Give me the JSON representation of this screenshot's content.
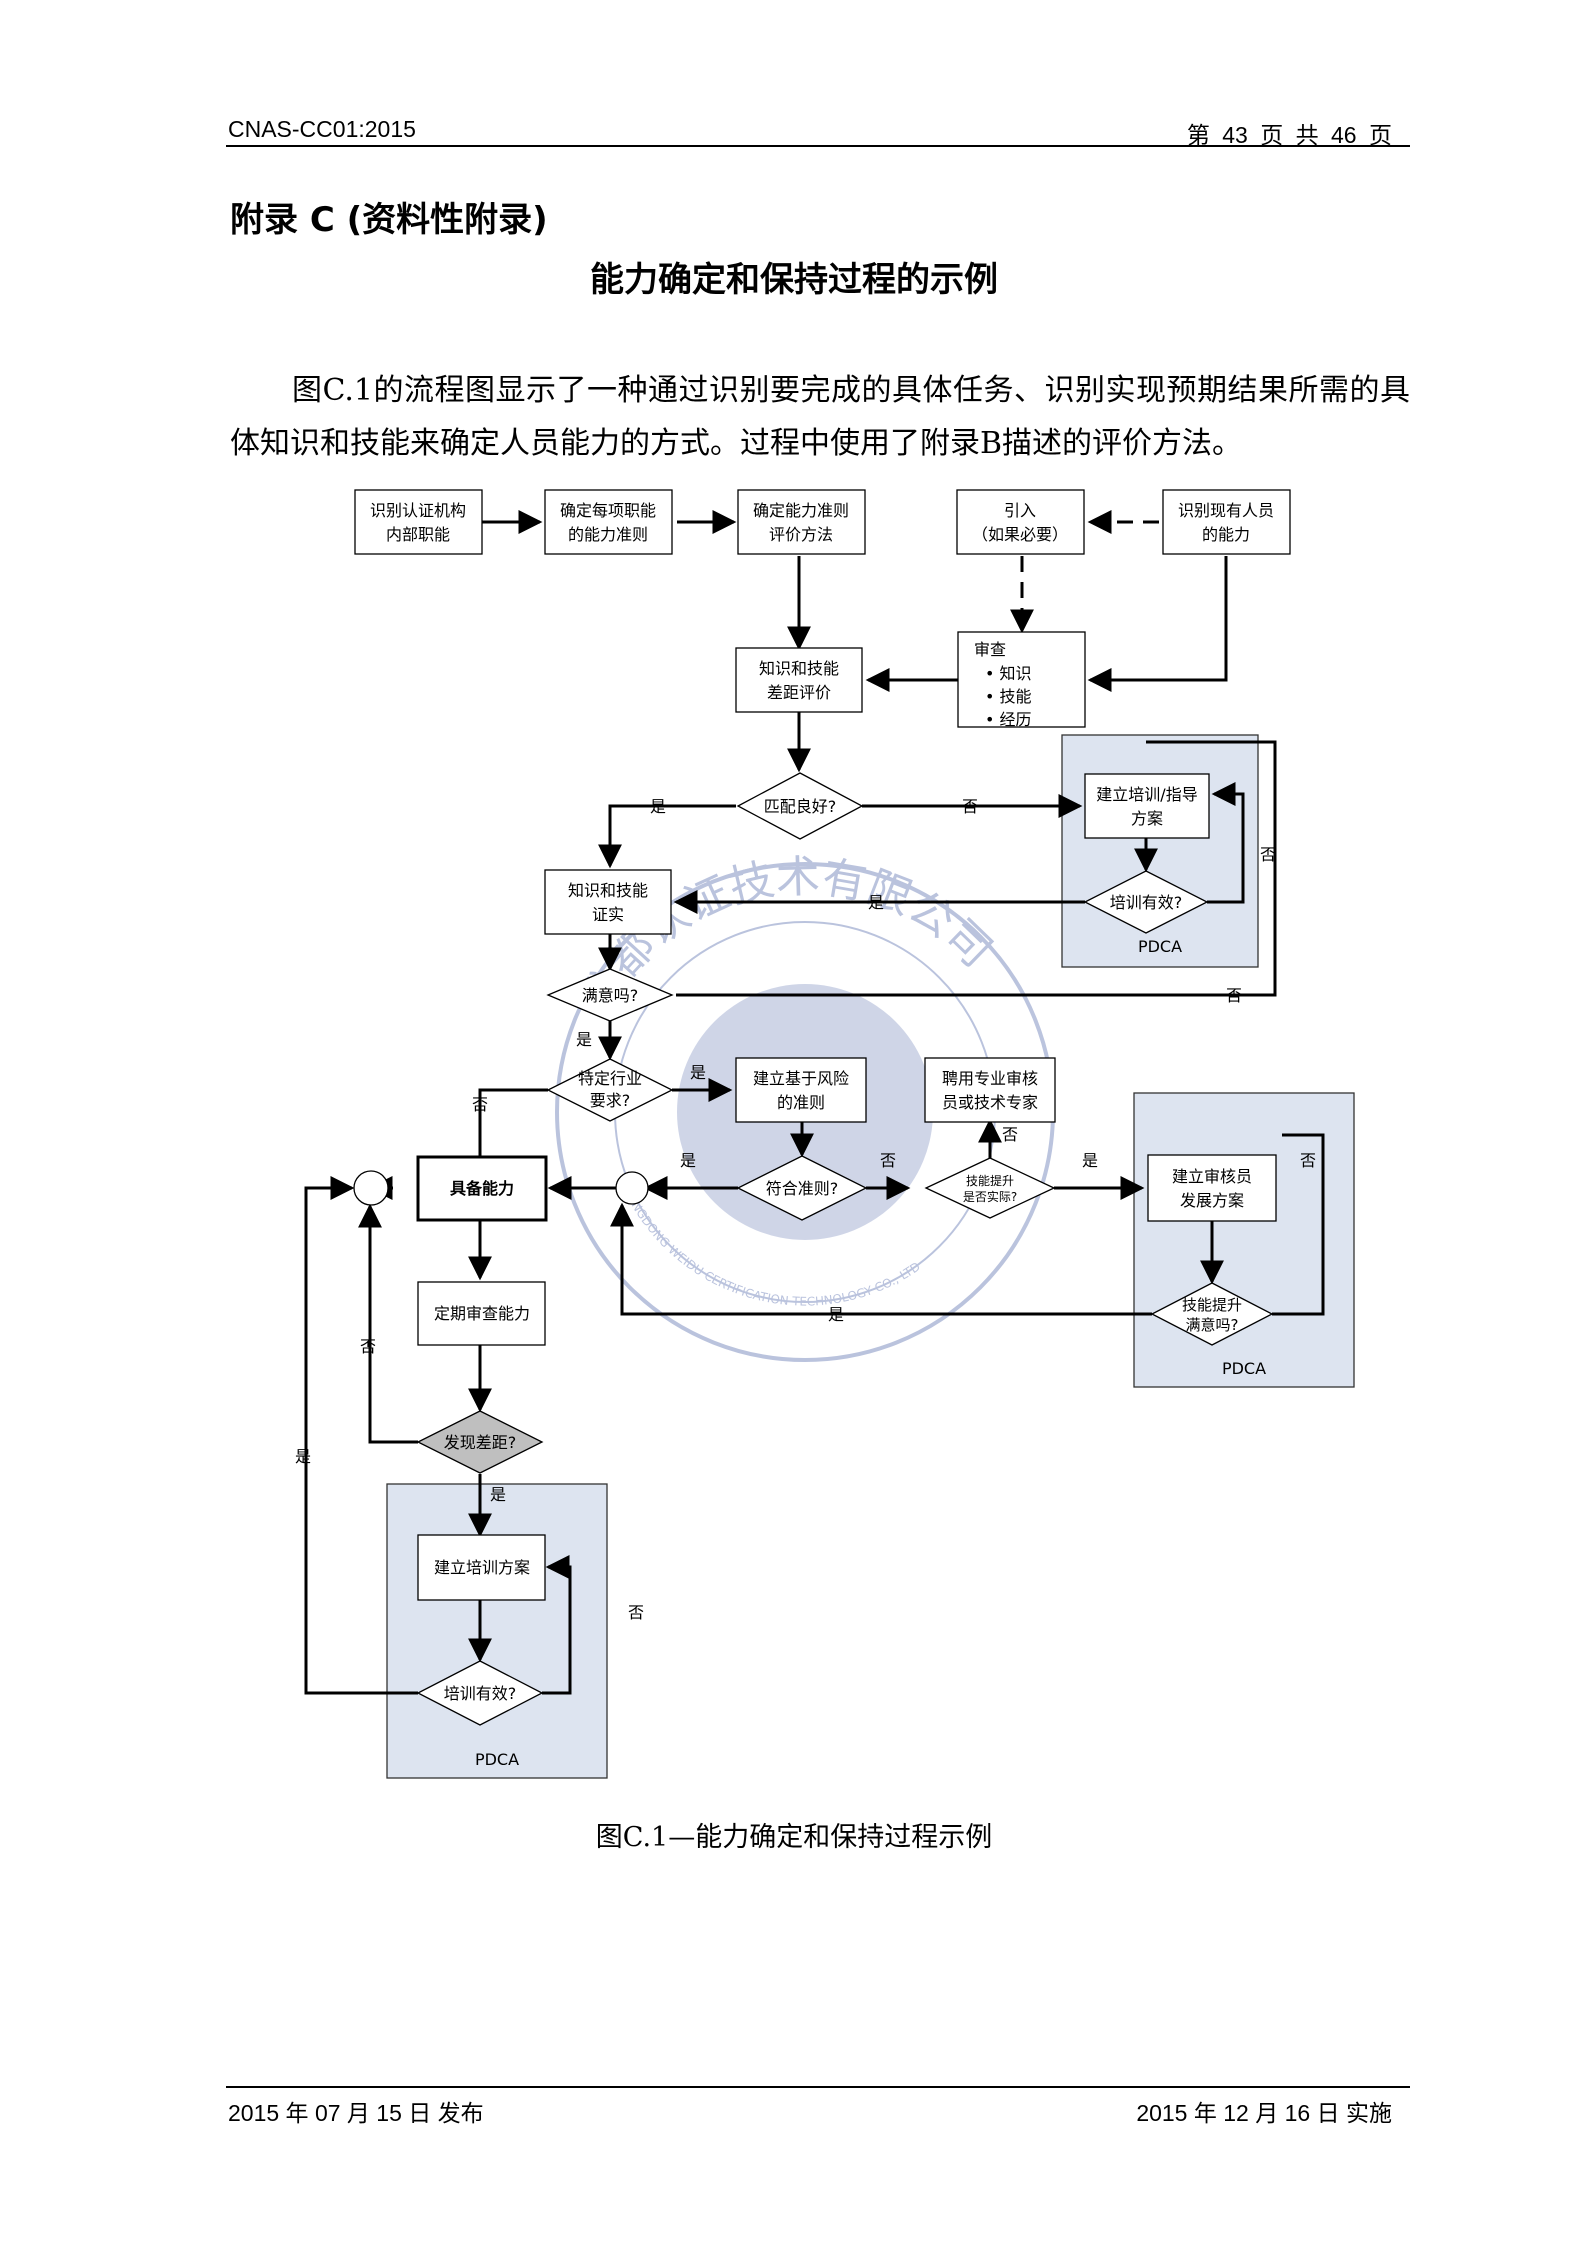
{
  "header": {
    "doc_id": "CNAS-CC01:2015",
    "page_info": "第 43 页 共 46 页"
  },
  "appendix_title": "附录 C (资料性附录)",
  "main_title": "能力确定和保持过程的示例",
  "intro_text": "图C.1的流程图显示了一种通过识别要完成的具体任务、识别实现预期结果所需的具体知识和技能来确定人员能力的方式。过程中使用了附录B描述的评价方法。",
  "flowchart": {
    "box_identify_functions": [
      "识别认证机构",
      "内部职能"
    ],
    "box_determine_criteria": [
      "确定每项职能",
      "的能力准则"
    ],
    "box_determine_method": [
      "确定能力准则",
      "评价方法"
    ],
    "box_introduce": [
      "引入",
      "（如果必要）"
    ],
    "box_existing_staff": [
      "识别现有人员",
      "的能力"
    ],
    "box_review": [
      "审查",
      "• 知识",
      "• 技能",
      "• 经历"
    ],
    "box_gap_eval": [
      "知识和技能",
      "差距评价"
    ],
    "diamond_match": "匹配良好?",
    "box_training_plan_top": [
      "建立培训/指导",
      "方案"
    ],
    "diamond_training_effective_top": "培训有效?",
    "box_verify": [
      "知识和技能",
      "证实"
    ],
    "diamond_satisfied": "满意吗?",
    "diamond_specific_industry": [
      "特定行业",
      "要求?"
    ],
    "box_risk_criteria": [
      "建立基于风险",
      "的准则"
    ],
    "box_hire_expert": [
      "聘用专业审核",
      "员或技术专家"
    ],
    "diamond_meets_criteria": "符合准则?",
    "diamond_skill_up": [
      "技能提升",
      "是否实际?"
    ],
    "box_auditor_plan": [
      "建立审核员",
      "发展方案"
    ],
    "diamond_skill_satisfied": [
      "技能提升",
      "满意吗?"
    ],
    "box_competent": "具备能力",
    "box_periodic_review": "定期审查能力",
    "diamond_gap_found": "发现差距?",
    "box_training_plan_bottom": "建立培训方案",
    "diamond_training_effective_bottom": "培训有效?",
    "pdca_label": "PDCA",
    "yes": "是",
    "no": "否"
  },
  "watermark": {
    "text_cn": "维都认证技术有限公司",
    "text_en": "GUANGDONG WEIDU CERTIFICATION TECHNOLOGY CO., LTD",
    "color": "#3d55a0"
  },
  "caption": "图C.1—能力确定和保持过程示例",
  "footer": {
    "published": "2015 年 07 月 15 日  发布",
    "implemented": "2015 年 12 月 16 日  实施"
  },
  "colors": {
    "pdca_fill": "#dde4f0",
    "gray_diamond": "#bfbfbf"
  }
}
